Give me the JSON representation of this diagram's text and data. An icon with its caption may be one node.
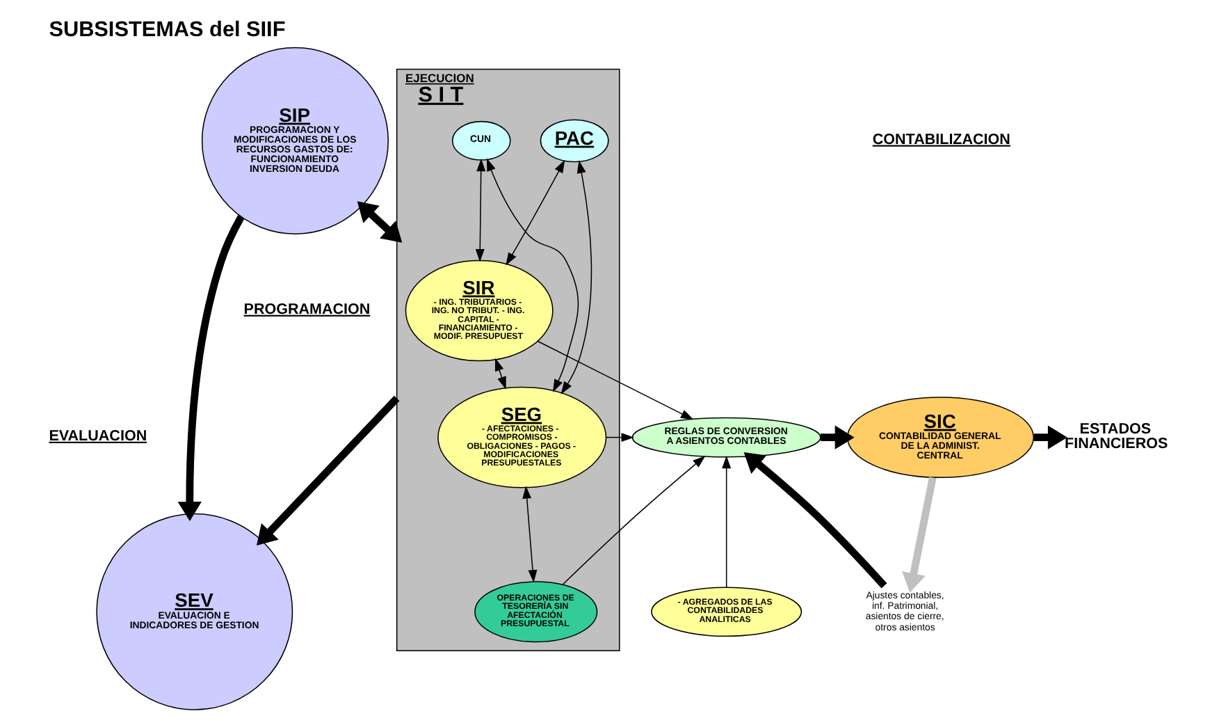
{
  "diagram": {
    "title": "SUBSISTEMAS del SIIF",
    "nodes": [
      {
        "text": [
          "EJECUCION",
          "S I T"
        ]
      },
      {
        "text": [
          "SIP",
          "PROGRAMACION Y MODIFICACIONES DE LOS RECURSOS GASTOS DE: FUNCIONAMIENTO INVERSION DEUDA"
        ]
      },
      {
        "text": [
          "SIR",
          "- ING. TRIBUTARIOS - ING. NO TRIBUT. - ING. CAPITAL - FINANCIAMIENTO - MODIF. PRESUPUEST"
        ],
        "in": 0
      },
      {
        "text": [
          "PAC"
        ],
        "in": 0
      },
      {
        "text": [
          "CUN"
        ],
        "in": 0
      },
      {
        "text": [
          "SEG",
          "- AFECTACIONES - COMPROMISOS - OBLIGACIONES - PAGOS - MODIFICACIONES PRESUPUESTALES"
        ],
        "in": 0
      },
      {
        "text": [
          "OPERACIONES DE TESORERÍA SIN AFECTACIÓN PRESUPUESTAL"
        ],
        "in": 0
      },
      {
        "text": [
          "REGLAS DE CONVERSION",
          "A ASIENTOS CONTABLES"
        ]
      },
      {
        "text": [
          "SIC",
          "CONTABILIDAD GENERAL DE LA ADMINIST. CENTRAL"
        ]
      },
      {
        "text": [
          "SEV",
          "EVALUACION E INDICADORES DE GESTION"
        ]
      },
      {
        "text": [
          "- AGREGADOS DE LAS CONTABILIDADES ANALITICAS"
        ]
      },
      {
        "text": [
          "ESTADOS FINANCIEROS"
        ]
      },
      {
        "text": [
          "Ajustes contables, inf. Patrimonial, asientos de cierre, otros asientos"
        ]
      }
    ],
    "edges": [
      {
        "from": 1,
        "to": 0,
        "arrow": "both",
        "style": "thick"
      },
      {
        "from": 1,
        "to": 9,
        "arrow": "to",
        "style": "thick"
      },
      {
        "from": 0,
        "to": 9,
        "arrow": "to",
        "style": "thick"
      },
      {
        "from": 2,
        "to": 7,
        "arrow": "to"
      },
      {
        "from": 2,
        "to": 3,
        "arrow": "both"
      },
      {
        "from": 2,
        "to": 4,
        "arrow": "both"
      },
      {
        "from": 2,
        "to": 5,
        "arrow": "both"
      },
      {
        "from": 3,
        "to": 5,
        "arrow": "both"
      },
      {
        "from": 4,
        "to": 5,
        "arrow": "both"
      },
      {
        "from": 5,
        "to": 6,
        "arrow": "both"
      },
      {
        "from": 5,
        "to": 7,
        "arrow": "to"
      },
      {
        "from": 6,
        "to": 7,
        "arrow": "to"
      },
      {
        "from": 10,
        "to": 7,
        "arrow": "to"
      },
      {
        "from": 7,
        "to": 8,
        "arrow": "to",
        "style": "thick"
      },
      {
        "from": 8,
        "to": 11,
        "arrow": "to",
        "style": "thick"
      },
      {
        "from": 8,
        "to": 12,
        "arrow": "to",
        "style": "thick",
        "color": "#c0c0c0"
      },
      {
        "from": 12,
        "to": 7,
        "arrow": "to",
        "style": "thick"
      }
    ],
    "labels": [
      "PROGRAMACION",
      "EVALUACION",
      "CONTABILIZACION"
    ]
  }
}
